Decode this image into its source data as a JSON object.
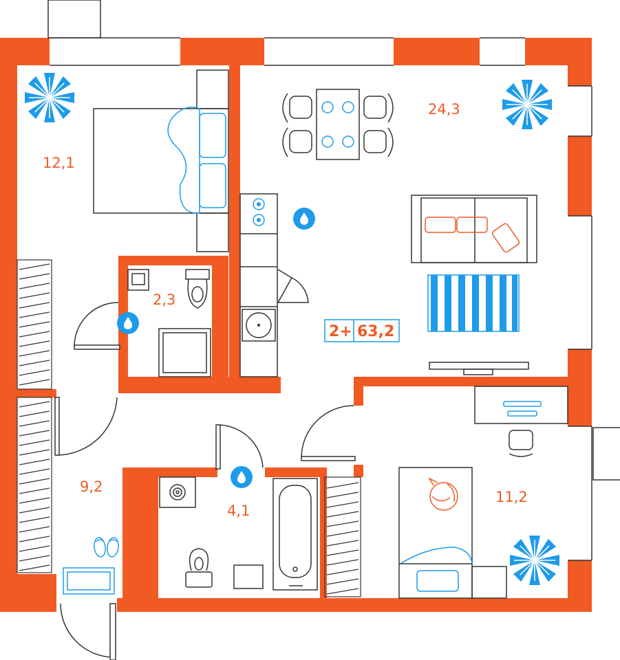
{
  "colors": {
    "wall": "#f15a22",
    "accent_blue": "#1e9be9",
    "line": "#333333",
    "orange": "#ee5a24"
  },
  "rooms": {
    "bedroom": "12,1",
    "living_kitchen": "24,3",
    "bathroom_small": "2,3",
    "hall": "9,2",
    "bathroom": "4,1",
    "bedroom2": "11,2"
  },
  "badge": {
    "rooms": "2+",
    "area": "63,2"
  },
  "icons": {
    "plant": "plant-icon",
    "water": "water-drop-icon",
    "slippers": "slippers-icon"
  }
}
